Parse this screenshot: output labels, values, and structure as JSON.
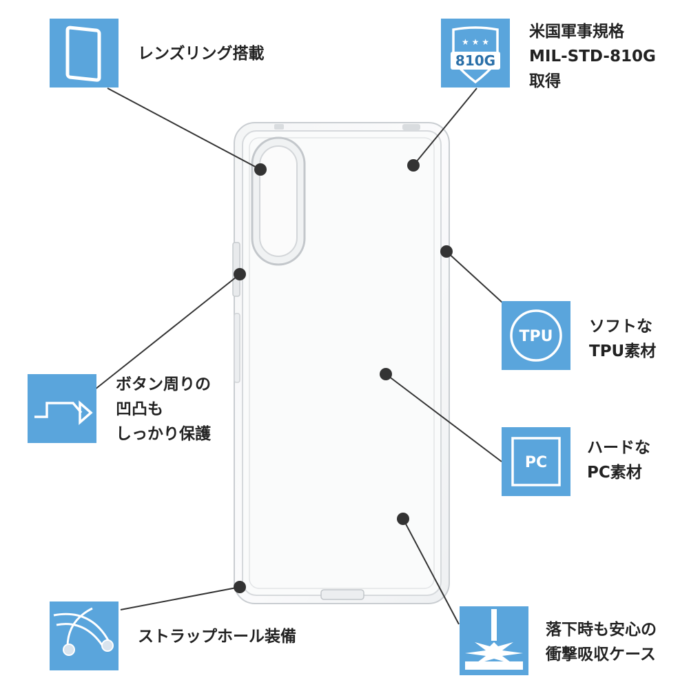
{
  "theme": {
    "accent": "#5aa5dc",
    "line_color": "#333333",
    "text_color": "#222222"
  },
  "features": {
    "lens_ring": {
      "icon": "lens-ring-icon",
      "lines": [
        "レンズリング搭載"
      ]
    },
    "mil_std": {
      "icon": "shield-badge-icon",
      "badge_text": "810G",
      "lines": [
        "米国軍事規格",
        "MIL-STD-810G",
        "取得"
      ]
    },
    "tpu": {
      "icon": "tpu-circle-icon",
      "badge_text": "TPU",
      "lines": [
        "ソフトな",
        "TPU素材"
      ]
    },
    "buttons": {
      "icon": "button-contour-icon",
      "lines": [
        "ボタン周りの",
        "凹凸も",
        "しっかり保護"
      ]
    },
    "pc": {
      "icon": "pc-square-icon",
      "badge_text": "PC",
      "lines": [
        "ハードな",
        "PC素材"
      ]
    },
    "strap": {
      "icon": "strap-hole-icon",
      "lines": [
        "ストラップホール装備"
      ]
    },
    "shock": {
      "icon": "shock-impact-icon",
      "lines": [
        "落下時も安心の",
        "衝撃吸収ケース"
      ]
    }
  }
}
